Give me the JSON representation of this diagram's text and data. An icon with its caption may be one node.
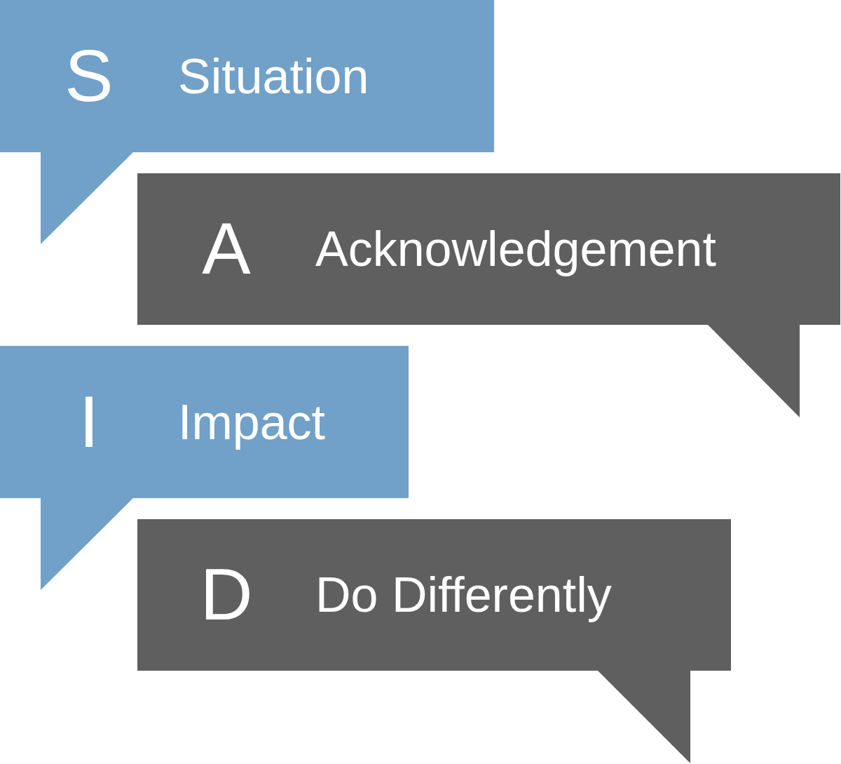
{
  "diagram": {
    "nodes": [
      {
        "text": [
          "S",
          "Situation"
        ]
      },
      {
        "text": [
          "A",
          "Acknowledgement"
        ]
      },
      {
        "text": [
          "I",
          "Impact"
        ]
      },
      {
        "text": [
          "D",
          "Do Differently"
        ]
      }
    ]
  }
}
